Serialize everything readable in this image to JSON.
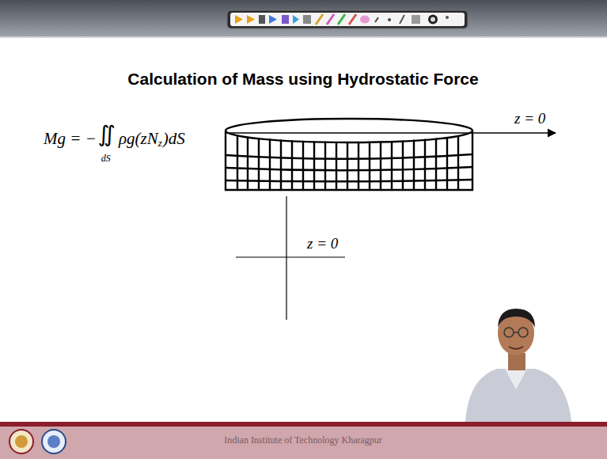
{
  "diagram": {
    "title": "Calculation of Mass using Hydrostatic Force",
    "labels": [
      "Mg = −",
      "∬",
      "dS",
      "ρg(zN",
      "z",
      ")dS",
      "z = 0",
      "z = 0",
      "Indian Institute of Technology Kharagpur"
    ]
  }
}
